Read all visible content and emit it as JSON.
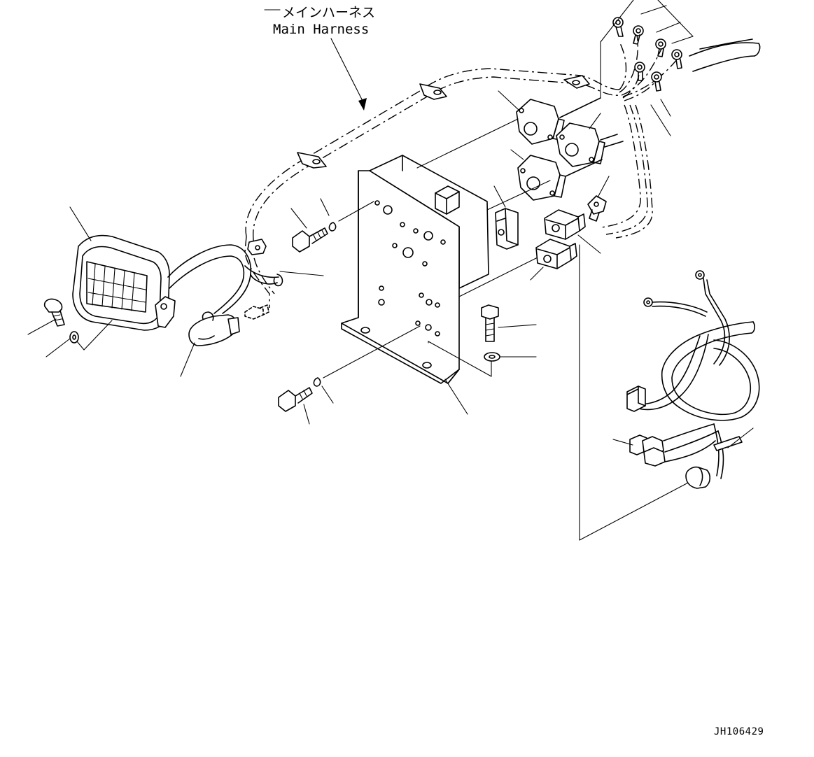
{
  "labels": {
    "harness_japanese": "メインハーネス",
    "harness_english": "Main Harness",
    "drawing_id": "JH106429"
  }
}
